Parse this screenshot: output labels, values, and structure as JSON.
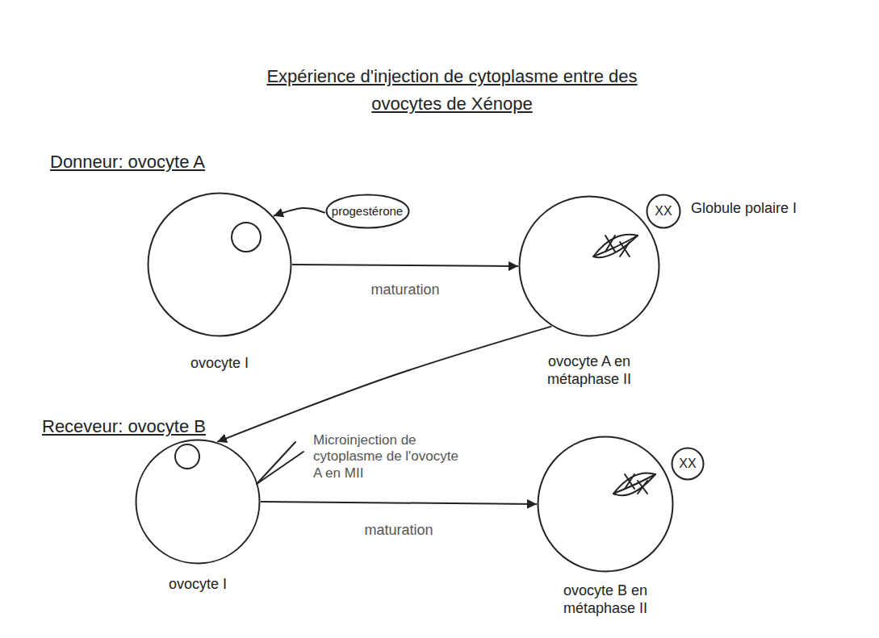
{
  "diagram": {
    "title": "Expérience d'injection de cytoplasme entre des ovocytes de Xénope",
    "nodes": [
      {
        "text": [
          "progestérone"
        ]
      },
      {
        "text": [
          "ovocyte I"
        ]
      },
      {
        "text": [
          "ovocyte A en métaphase II"
        ]
      },
      {
        "text": [
          "XX",
          "Globule polaire I"
        ]
      },
      {
        "text": [
          "ovocyte I"
        ]
      },
      {
        "text": [
          "ovocyte B en métaphase II"
        ]
      },
      {
        "text": [
          "XX"
        ]
      }
    ],
    "edges": [
      {
        "from": 0,
        "to": 1,
        "arrow": "to"
      },
      {
        "from": 1,
        "to": 2,
        "label": "maturation",
        "arrow": "to"
      },
      {
        "from": 2,
        "to": 4,
        "arrow": "to"
      },
      {
        "from": 4,
        "to": 5,
        "label": "maturation",
        "arrow": "to"
      }
    ],
    "labels": [
      "Donneur: ovocyte A",
      "Receveur: ovocyte B",
      "Microinjection de cytoplasme de l'ovocyte A en MII"
    ]
  }
}
